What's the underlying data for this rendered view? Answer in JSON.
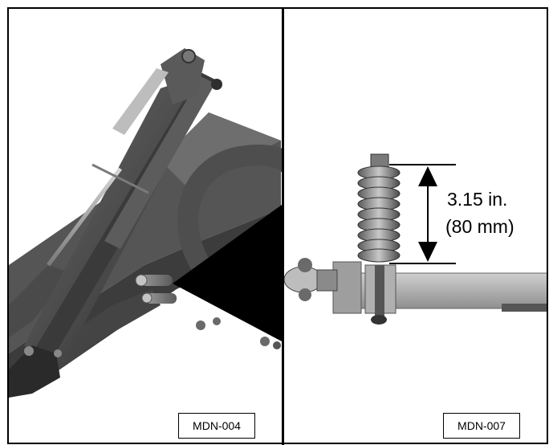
{
  "figures": {
    "left": {
      "label": "MDN-004",
      "icon": "loader-arm-assembly"
    },
    "right": {
      "label": "MDN-007",
      "icon": "spring-suspension-assembly"
    }
  },
  "dimension": {
    "imperial": "3.15 in.",
    "metric": "(80 mm)"
  },
  "colors": {
    "outline": "#000000",
    "metal_dark": "#4a4a4a",
    "metal_mid": "#8c8c8c",
    "metal_light": "#bdbdbd"
  }
}
